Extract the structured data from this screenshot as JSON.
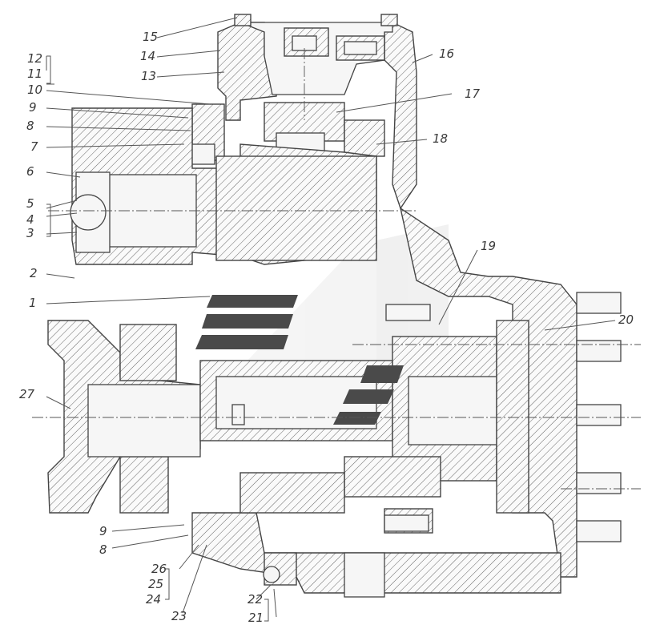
{
  "diagram": {
    "callouts": [
      {
        "id": "c15",
        "label": "15"
      },
      {
        "id": "c14",
        "label": "14"
      },
      {
        "id": "c13",
        "label": "13"
      },
      {
        "id": "c12",
        "label": "12"
      },
      {
        "id": "c11",
        "label": "11"
      },
      {
        "id": "c10",
        "label": "10"
      },
      {
        "id": "c9",
        "label": "9"
      },
      {
        "id": "c8",
        "label": "8"
      },
      {
        "id": "c7",
        "label": "7"
      },
      {
        "id": "c6",
        "label": "6"
      },
      {
        "id": "c5",
        "label": "5"
      },
      {
        "id": "c4",
        "label": "4"
      },
      {
        "id": "c3",
        "label": "3"
      },
      {
        "id": "c2",
        "label": "2"
      },
      {
        "id": "c1",
        "label": "1"
      },
      {
        "id": "c16",
        "label": "16"
      },
      {
        "id": "c17",
        "label": "17"
      },
      {
        "id": "c18",
        "label": "18"
      },
      {
        "id": "c19",
        "label": "19"
      },
      {
        "id": "c20",
        "label": "20"
      },
      {
        "id": "c27",
        "label": "27"
      },
      {
        "id": "c9b",
        "label": "9"
      },
      {
        "id": "c8b",
        "label": "8"
      },
      {
        "id": "c26",
        "label": "26"
      },
      {
        "id": "c25",
        "label": "25"
      },
      {
        "id": "c24",
        "label": "24"
      },
      {
        "id": "c23",
        "label": "23"
      },
      {
        "id": "c22",
        "label": "22"
      },
      {
        "id": "c21",
        "label": "21"
      }
    ]
  }
}
